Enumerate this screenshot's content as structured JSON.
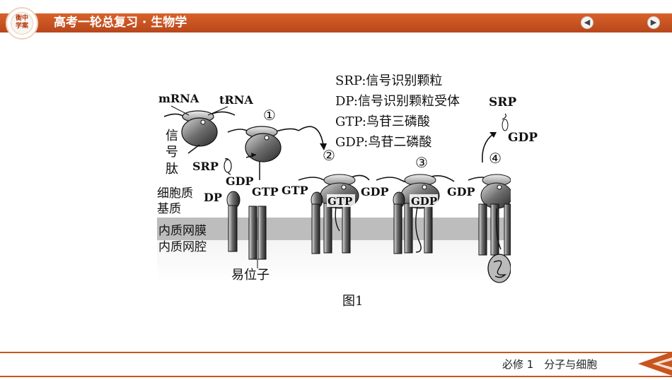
{
  "header": {
    "logo_text": [
      "衡中",
      "学案"
    ],
    "title": "高考一轮总复习 · 生物学",
    "prev_icon": "left-arrow-icon",
    "next_icon": "right-arrow-icon"
  },
  "legend": [
    "SRP:信号识别颗粒",
    "DP:信号识别颗粒受体",
    "GTP:鸟苷三磷酸",
    "GDP:鸟苷二磷酸"
  ],
  "labels": {
    "mrna": "mRNA",
    "trna": "tRNA",
    "signal_peptide": "信号肽",
    "cytoplasmic_matrix": "细胞质基质",
    "er_membrane": "内质网膜",
    "er_lumen": "内质网腔",
    "translocon": "易位子",
    "srp": "SRP",
    "dp": "DP",
    "gdp": "GDP",
    "gtp": "GTP",
    "steps": [
      "①",
      "②",
      "③",
      "④"
    ]
  },
  "caption": "图1",
  "footer": {
    "label": "必修 1　分子与细胞",
    "chevron_icon": "chevron-left-icon"
  },
  "colors": {
    "header": "#c8551f",
    "footer_line": "#c8551f",
    "membrane": "#b9b9b9"
  }
}
